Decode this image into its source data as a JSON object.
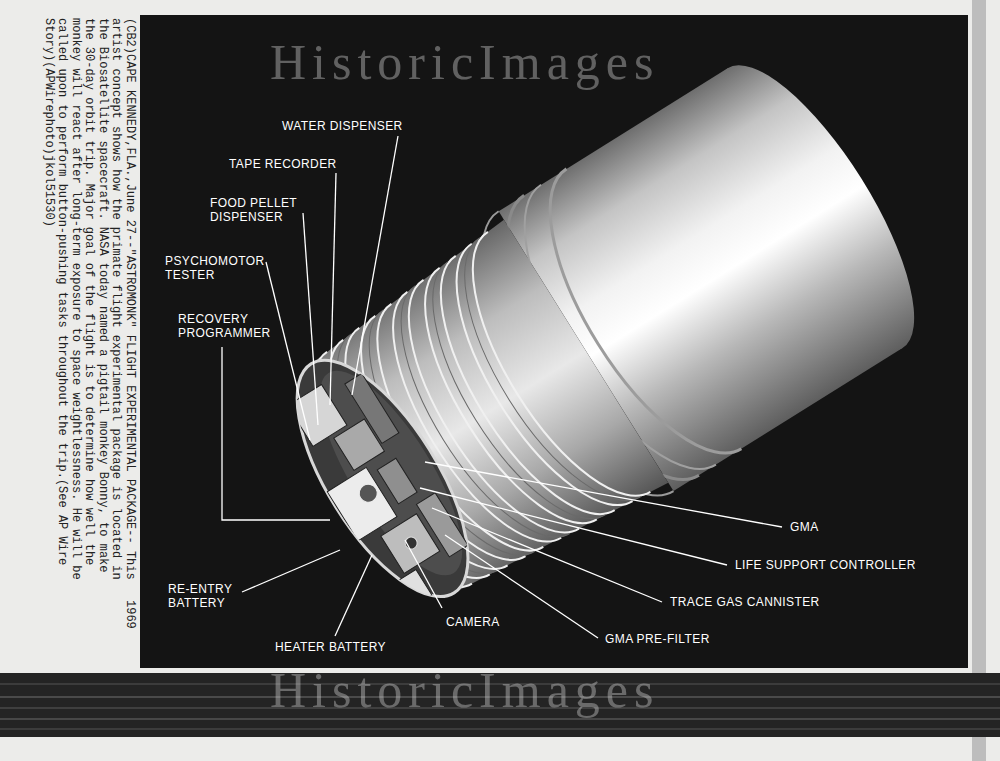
{
  "diagram": {
    "caption": "(CB2)CAPE KENNEDY,FLA.,June 27--\"ASTROMONK\" FLIGHT EXPERIMENTAL PACKAGE-- This artist concept shows how the primate flight experimental package is located in the Biosatellite spacecraft. NASA today named a pigtail monkey Bonny, to make the 30-day orbit trip. Major goal of the flight is to determine how well the monkey will react after long-term exposure to space weightlessness. He will be called upon to perform button-pushing tasks throughout the trip.(See AP Wire Story)(APWirephoto)jkol51530)",
    "labels": [
      "HistoricImages",
      "WATER DISPENSER",
      "TAPE RECORDER",
      "FOOD PELLET DISPENSER",
      "PSYCHOMOTOR TESTER",
      "RECOVERY PROGRAMMER",
      "GMA",
      "LIFE SUPPORT CONTROLLER",
      "RE-ENTRY BATTERY",
      "TRACE GAS CANNISTER",
      "CAMERA",
      "GMA PRE-FILTER",
      "HEATER BATTERY",
      "HistoricImages",
      "1969"
    ]
  }
}
